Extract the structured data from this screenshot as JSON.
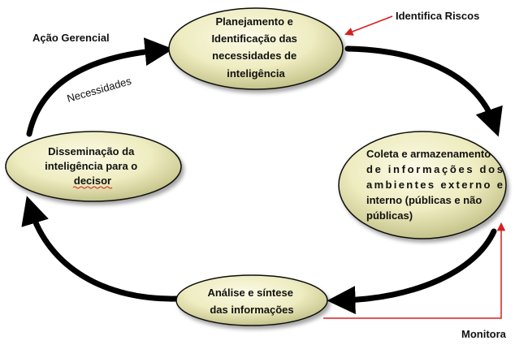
{
  "diagram": {
    "nodes": {
      "planejamento": {
        "lines": [
          "Planejamento e",
          "Identificação das",
          "necessidades de",
          "inteligência"
        ]
      },
      "coleta": {
        "lines": [
          "Coleta e armazenamento",
          "de informações dos",
          "ambientes externo e",
          "interno (públicas e não",
          "públicas)"
        ]
      },
      "analise": {
        "lines": [
          "Análise e síntese",
          "das informações"
        ]
      },
      "disseminacao": {
        "lines": [
          "Disseminação da",
          "inteligência para o",
          "decisor"
        ]
      }
    },
    "labels": {
      "acao_gerencial": "Ação Gerencial",
      "necessidades": "Necessidades",
      "identifica_riscos": "Identifica Riscos",
      "monitora": "Monitora"
    },
    "colors": {
      "node_fill_light": "#f8f7dc",
      "node_fill_dark": "#c9c78f",
      "node_stroke": "#111111",
      "cycle_arrow": "#000000",
      "red_arrow": "#d42020"
    }
  }
}
